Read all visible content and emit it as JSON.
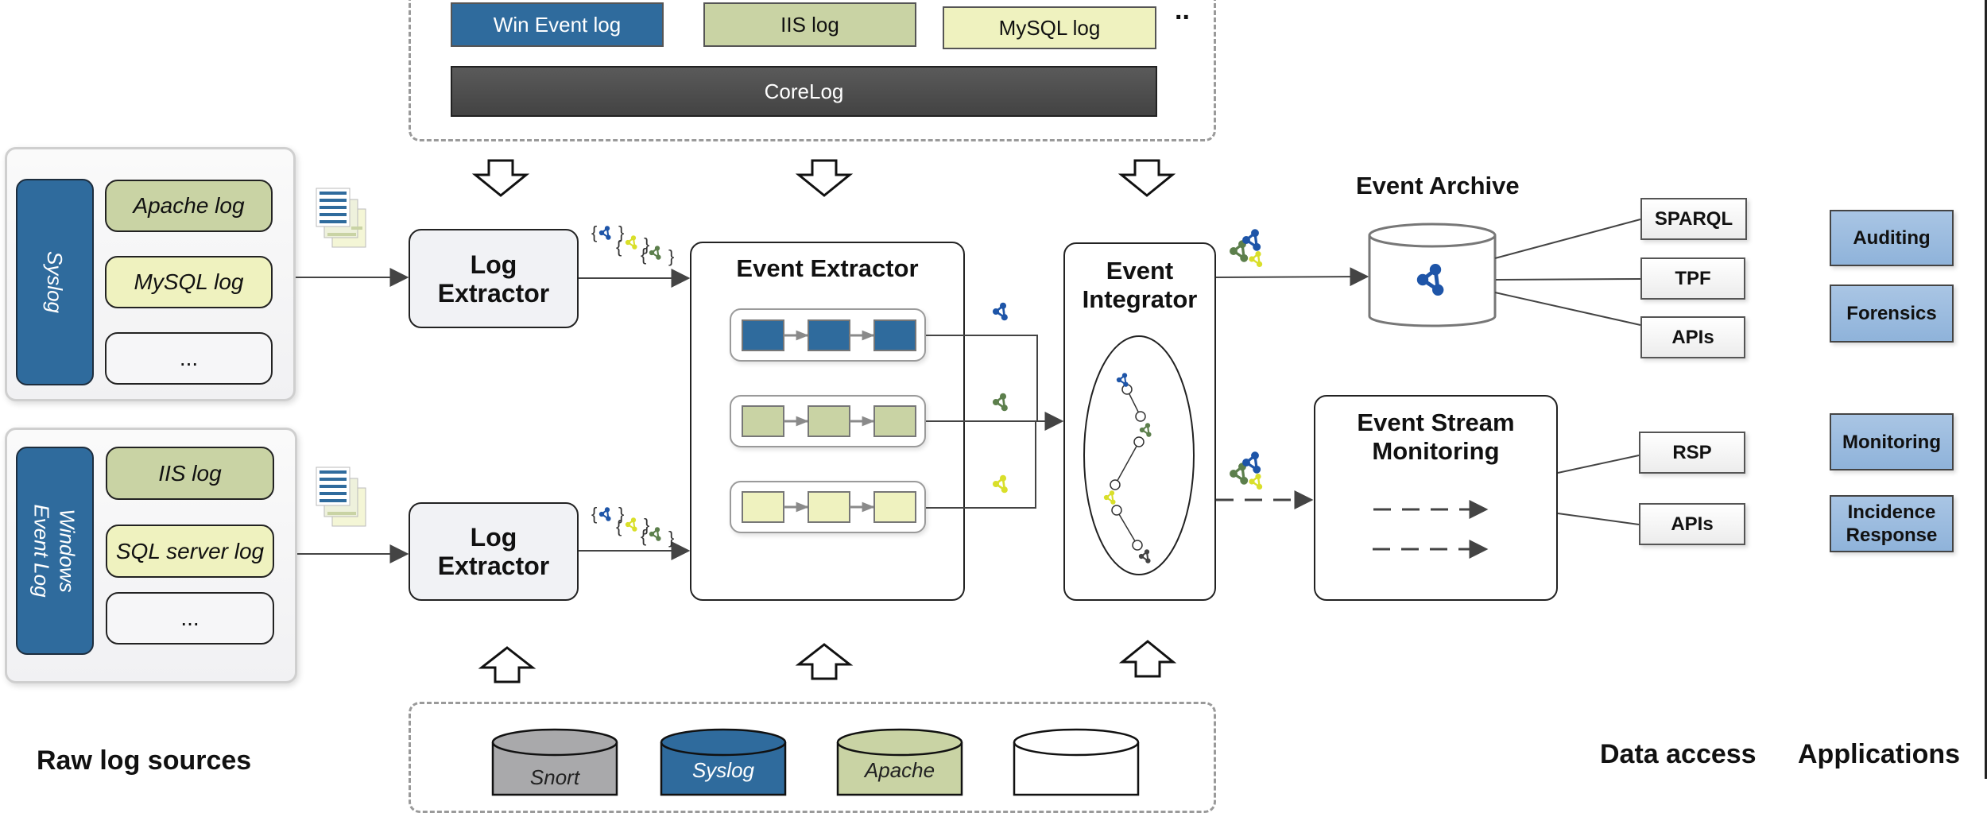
{
  "top_store": {
    "formats": [
      {
        "label": "Win Event log",
        "color": "#2f6b9d",
        "text_color": "#ffffff"
      },
      {
        "label": "IIS log",
        "color": "#c9d3a4",
        "text_color": "#111111"
      },
      {
        "label": "MySQL log",
        "color": "#eff2bf",
        "text_color": "#111111"
      }
    ],
    "more": "..",
    "core_label": "CoreLog",
    "core_color": "#4f4f4f"
  },
  "raw_sources": {
    "section_label": "Raw log sources",
    "panels": [
      {
        "name": "Syslog",
        "items": [
          "Apache log",
          "MySQL log",
          "..."
        ]
      },
      {
        "name": "Windows\nEvent Log",
        "items": [
          "IIS log",
          "SQL server log",
          "..."
        ]
      }
    ]
  },
  "log_extractor": {
    "label": "Log\nExtractor"
  },
  "event_extractor": {
    "title": "Event Extractor",
    "pipeline_colors": [
      "#2f6b9d",
      "#c9d3a4",
      "#eff2bf"
    ]
  },
  "event_integrator": {
    "title": "Event\nIntegrator"
  },
  "event_archive": {
    "title": "Event Archive"
  },
  "event_stream": {
    "title": "Event Stream\nMonitoring"
  },
  "data_access": {
    "section_label": "Data access",
    "archive_interfaces": [
      "SPARQL",
      "TPF",
      "APIs"
    ],
    "stream_interfaces": [
      "RSP",
      "APIs"
    ]
  },
  "applications": {
    "section_label": "Applications",
    "items": [
      "Auditing",
      "Forensics",
      "Monitoring",
      "Incidence\nResponse"
    ]
  },
  "bottom_store": {
    "databases": [
      {
        "label": "Snort",
        "color": "#a9a9ab"
      },
      {
        "label": "Syslog",
        "color": "#2f6b9d"
      },
      {
        "label": "Apache",
        "color": "#c9d3a4"
      },
      {
        "label": "",
        "color": "#ffffff"
      }
    ]
  },
  "colors": {
    "blue": "#2f6b9d",
    "olive": "#c9d3a4",
    "yellow": "#eff2bf",
    "green_graph": "#5c7f4c",
    "yellow_graph": "#d9df2a",
    "blue_graph": "#1e55a8"
  }
}
